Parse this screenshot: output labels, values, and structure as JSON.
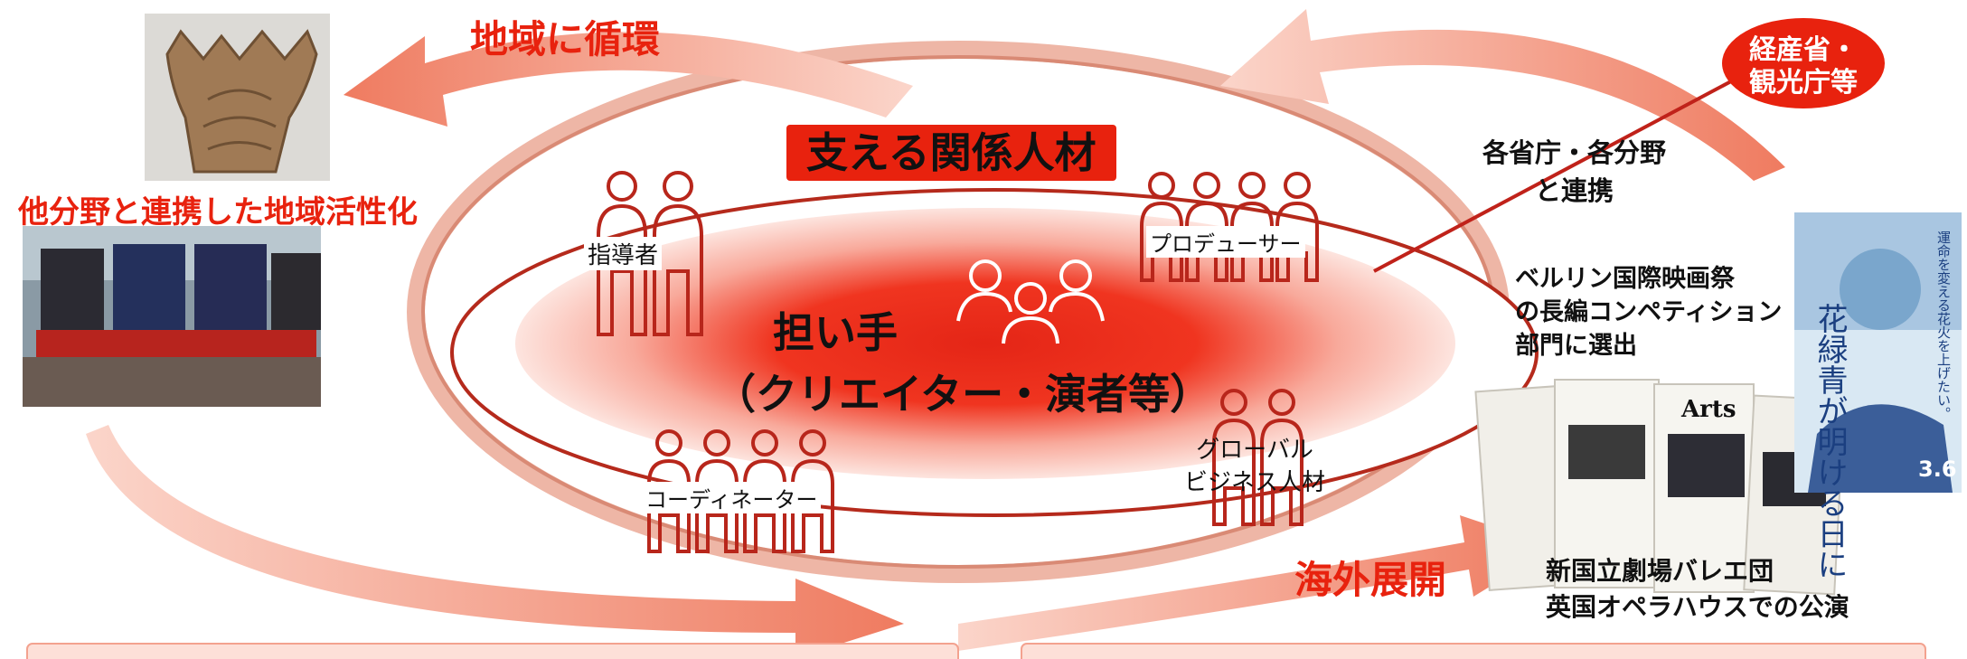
{
  "center": {
    "title_line1": "担い手",
    "title_line2": "（クリエイター・演者等）"
  },
  "support_banner": "支える関係人材",
  "roles": {
    "instructor": "指導者",
    "producer": "プロデューサー",
    "coordinator": "コーディネーター",
    "global_line1": "グローバル",
    "global_line2": "ビジネス人材"
  },
  "arrows": {
    "regional_cycle": "地域に循環",
    "overseas": "海外展開"
  },
  "left": {
    "caption": "他分野と連携した地域活性化"
  },
  "right": {
    "ministry_badge_line1": "経産省・",
    "ministry_badge_line2": "観光庁等",
    "collab_line1": "各省庁・各分野",
    "collab_line2": "と連携",
    "berlin_line1": "ベルリン国際映画祭",
    "berlin_line2": "の長編コンペティション",
    "berlin_line3": "部門に選出",
    "ballet_line1": "新国立劇場バレエ団",
    "ballet_line2": "英国オペラハウスでの公演",
    "newspaper_arts": "Arts",
    "poster_title": "花緑青が明ける日に",
    "poster_tagline": "運命を変える花火を上げたい。",
    "poster_date": "3.6"
  },
  "colors": {
    "accent_red": "#e8220e",
    "arrow_salmon": "#f39a83",
    "ellipse_border": "#c0392b",
    "badge_red": "#e8220e"
  }
}
